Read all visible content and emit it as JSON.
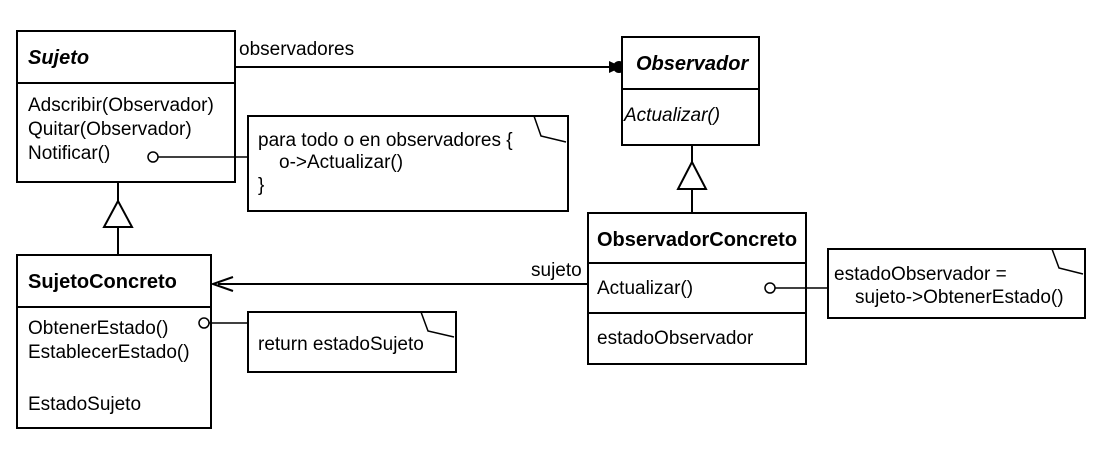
{
  "classes": {
    "sujeto": {
      "name": "Sujeto",
      "methods": [
        "Adscribir(Observador)",
        "Quitar(Observador)",
        "Notificar()"
      ]
    },
    "sujeto_concreto": {
      "name": "SujetoConcreto",
      "methods": [
        "ObtenerEstado()",
        "EstablecerEstado()"
      ],
      "attributes": [
        "EstadoSujeto"
      ]
    },
    "observador": {
      "name": "Observador",
      "methods": [
        "Actualizar()"
      ]
    },
    "observador_concreto": {
      "name": "ObservadorConcreto",
      "methods": [
        "Actualizar()"
      ],
      "attributes": [
        "estadoObservador"
      ]
    }
  },
  "associations": {
    "observadores": "observadores",
    "sujeto": "sujeto"
  },
  "notes": {
    "notificar": [
      "para todo o en observadores {",
      "o->Actualizar()",
      "}"
    ],
    "obtener_estado": [
      "return estadoSujeto"
    ],
    "actualizar": [
      "estadoObservador =",
      "sujeto->ObtenerEstado()"
    ]
  }
}
